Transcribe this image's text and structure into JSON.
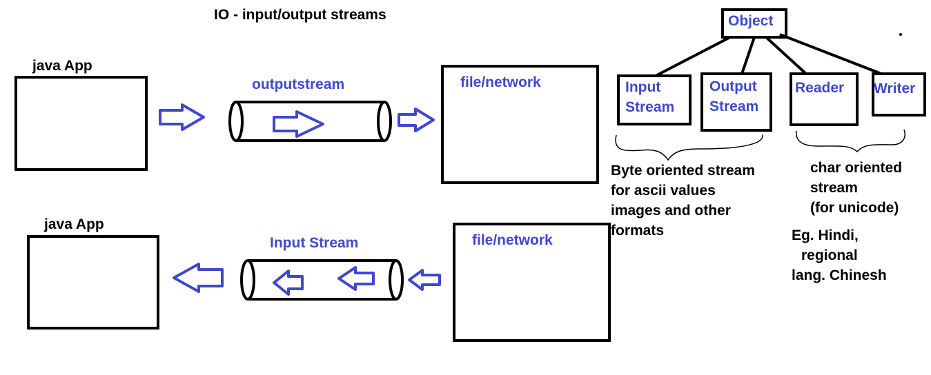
{
  "title": "IO - input/output streams",
  "colors": {
    "ink": "#000000",
    "accent": "#3f48cc",
    "background": "#ffffff"
  },
  "top_flow": {
    "app_label": "java App",
    "stream_label": "outputstream",
    "target_label": "file/network"
  },
  "bottom_flow": {
    "app_label": "java App",
    "stream_label": "Input Stream",
    "source_label": "file/network"
  },
  "hierarchy": {
    "root": "Object",
    "classes": [
      {
        "line1": "Input",
        "line2": "Stream"
      },
      {
        "line1": "Output",
        "line2": "Stream"
      },
      {
        "line1": "Reader",
        "line2": ""
      },
      {
        "line1": "Writer",
        "line2": ""
      }
    ]
  },
  "notes": {
    "byte": [
      "Byte oriented stream",
      "for ascii values",
      "images and other",
      "formats"
    ],
    "char": [
      "char oriented",
      "stream",
      "(for unicode)"
    ],
    "example": [
      "Eg. Hindi,",
      "regional",
      "lang. Chinesh"
    ]
  }
}
